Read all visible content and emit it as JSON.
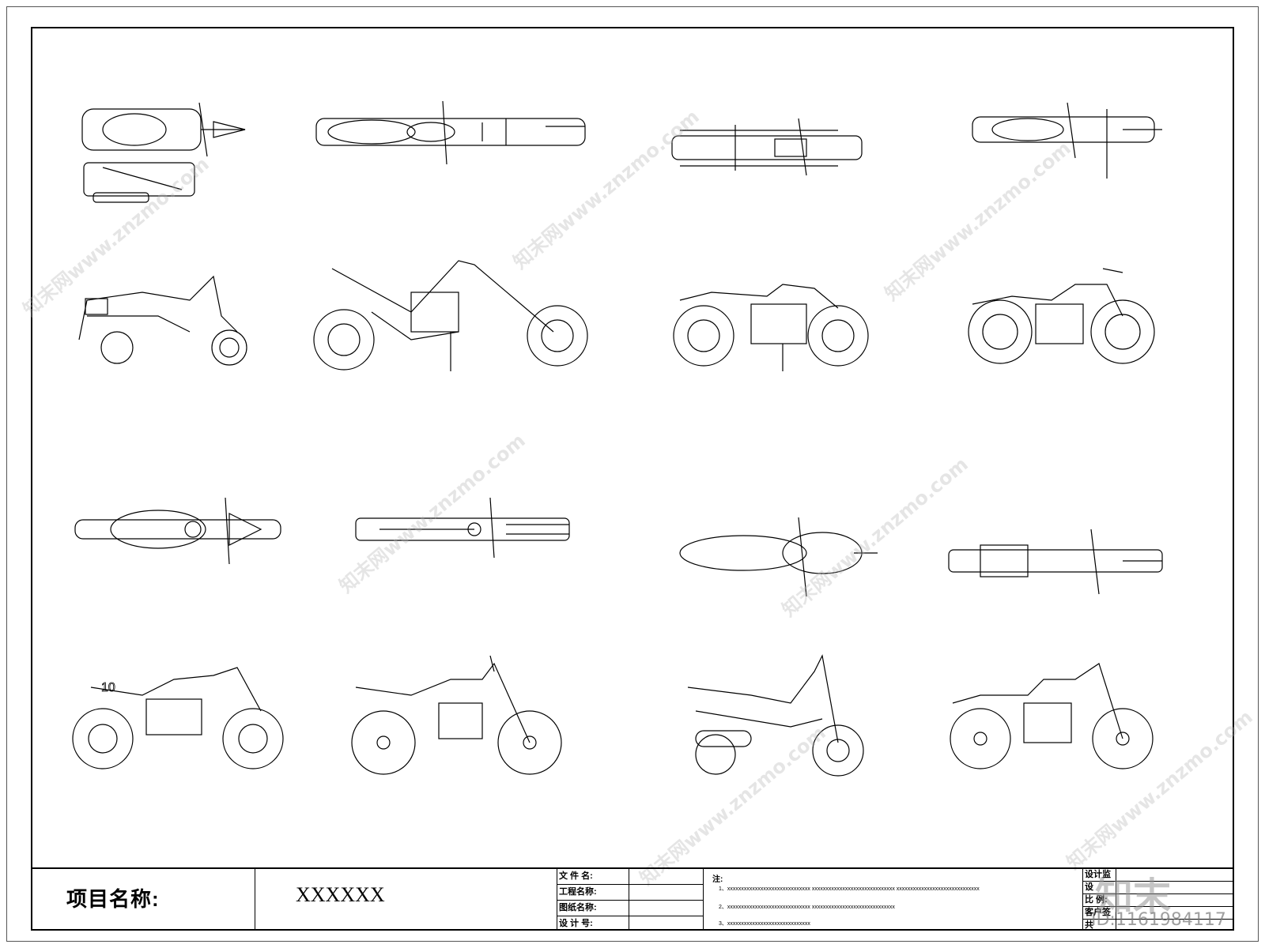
{
  "title_block": {
    "project_label": "项目名称:",
    "project_value": "XXXXXX",
    "fields": [
      "文 件 名:",
      "工程名称:",
      "图纸名称:",
      "设 计 号:"
    ],
    "notes_label": "注:",
    "notes": [
      "1、xxxxxxxxxxxxxxxxxxxxxxxxxxxxxx     xxxxxxxxxxxxxxxxxxxxxxxxxxxxxx     xxxxxxxxxxxxxxxxxxxxxxxxxxxxxx",
      "2、xxxxxxxxxxxxxxxxxxxxxxxxxxxxxx     xxxxxxxxxxxxxxxxxxxxxxxxxxxxxx",
      "3、xxxxxxxxxxxxxxxxxxxxxxxxxxxxxx"
    ],
    "right_fields": [
      "设计监",
      "设",
      "比   例:",
      "客户签",
      "共"
    ]
  },
  "watermark": {
    "text": "知末网www.znzmo.com",
    "brand": "知末",
    "id": "ID:1161984117"
  }
}
